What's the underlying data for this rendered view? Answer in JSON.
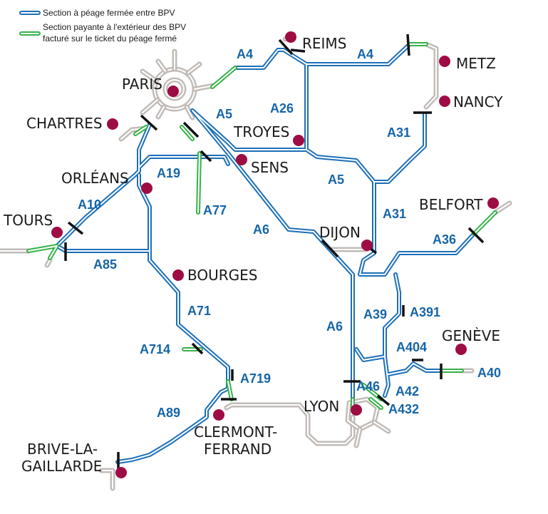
{
  "legend": {
    "closed_label": "Section à péage fermée entre BPV",
    "paying_line1": "Section payante à l'extérieur des BPV",
    "paying_line2": "facturé sur le ticket du péage fermé",
    "closed_color": "#1d6fb8",
    "paying_color": "#36b24a"
  },
  "colors": {
    "closed_road": "#1d6fb8",
    "paying_road": "#36b24a",
    "other_road": "#c2bcb8",
    "city_marker": "#9e0c44",
    "road_label": "#1565a8"
  },
  "cities": {
    "reims": "REIMS",
    "metz": "METZ",
    "nancy": "NANCY",
    "paris": "PARIS",
    "chartres": "CHARTRES",
    "troyes": "TROYES",
    "sens": "SENS",
    "orleans": "ORLÉANS",
    "tours": "TOURS",
    "belfort": "BELFORT",
    "dijon": "DIJON",
    "bourges": "BOURGES",
    "geneve": "GENÈVE",
    "lyon": "LYON",
    "clermont_1": "CLERMONT-",
    "clermont_2": "FERRAND",
    "brive_1": "BRIVE-LA-",
    "brive_2": "GAILLARDE"
  },
  "roads": {
    "a4_west": "A4",
    "a4_east": "A4",
    "a26": "A26",
    "a5_north": "A5",
    "a5_south": "A5",
    "a31_north": "A31",
    "a31_south": "A31",
    "a19": "A19",
    "a77": "A77",
    "a10": "A10",
    "a85": "A85",
    "a6_north": "A6",
    "a6_south": "A6",
    "a36": "A36",
    "a71": "A71",
    "a39": "A39",
    "a391": "A391",
    "a714": "A714",
    "a404": "A404",
    "a719": "A719",
    "a40": "A40",
    "a46": "A46",
    "a42": "A42",
    "a432": "A432",
    "a89": "A89"
  }
}
